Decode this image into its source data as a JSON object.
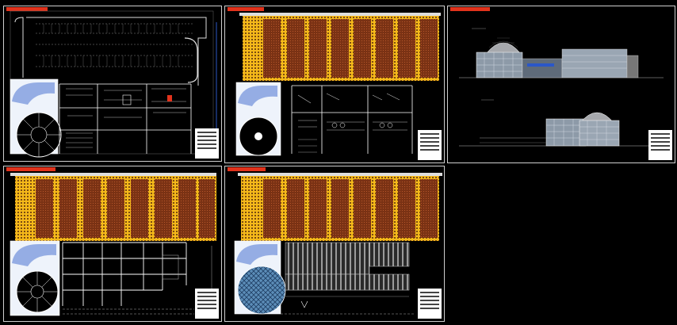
{
  "sheets": [
    {
      "id": "sheet-1",
      "kind": "plan-parking",
      "title": "PLANTA DE ESTACIONAMIENTO"
    },
    {
      "id": "sheet-2",
      "kind": "plan-solar",
      "title": "PLANTA DE CONJUNTO"
    },
    {
      "id": "sheet-3",
      "kind": "elevations",
      "title": "ALZADOS / FACHADAS"
    },
    {
      "id": "sheet-4",
      "kind": "plan-rooms",
      "title": "PLANTA ARQUITECTONICA"
    },
    {
      "id": "sheet-5",
      "kind": "plan-roof",
      "title": "PLANTA DE TECHOS"
    }
  ],
  "colors": {
    "background": "#000000",
    "sheet_border": "#cfcfcf",
    "title_bar": "#e2331c",
    "solar_cell": "#f5b91a",
    "panel_strip": "#7a3214",
    "wall_line": "#ffffff",
    "facade_glass": "#8d9aa8",
    "dome": "#a7a9ad",
    "blue_accent": "#2b57c8"
  }
}
